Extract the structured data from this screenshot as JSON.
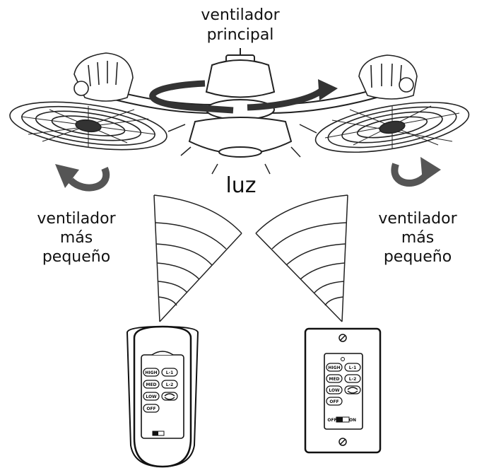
{
  "labels": {
    "main_fan": [
      "ventilador",
      "principal"
    ],
    "light": "luz",
    "left_fan": [
      "ventilador",
      "más",
      "pequeño"
    ],
    "right_fan": [
      "ventilador",
      "más",
      "pequeño"
    ]
  },
  "remote": {
    "buttons": [
      "HIGH",
      "L-1",
      "MED",
      "L-2",
      "LOW",
      "OFF"
    ]
  },
  "wall_control": {
    "buttons": [
      "HIGH",
      "L-1",
      "MED",
      "L-2",
      "LOW",
      "OFF"
    ],
    "switch_off": "OFF",
    "switch_on": "ON"
  },
  "colors": {
    "arrow": "#555555",
    "line": "#222222"
  }
}
